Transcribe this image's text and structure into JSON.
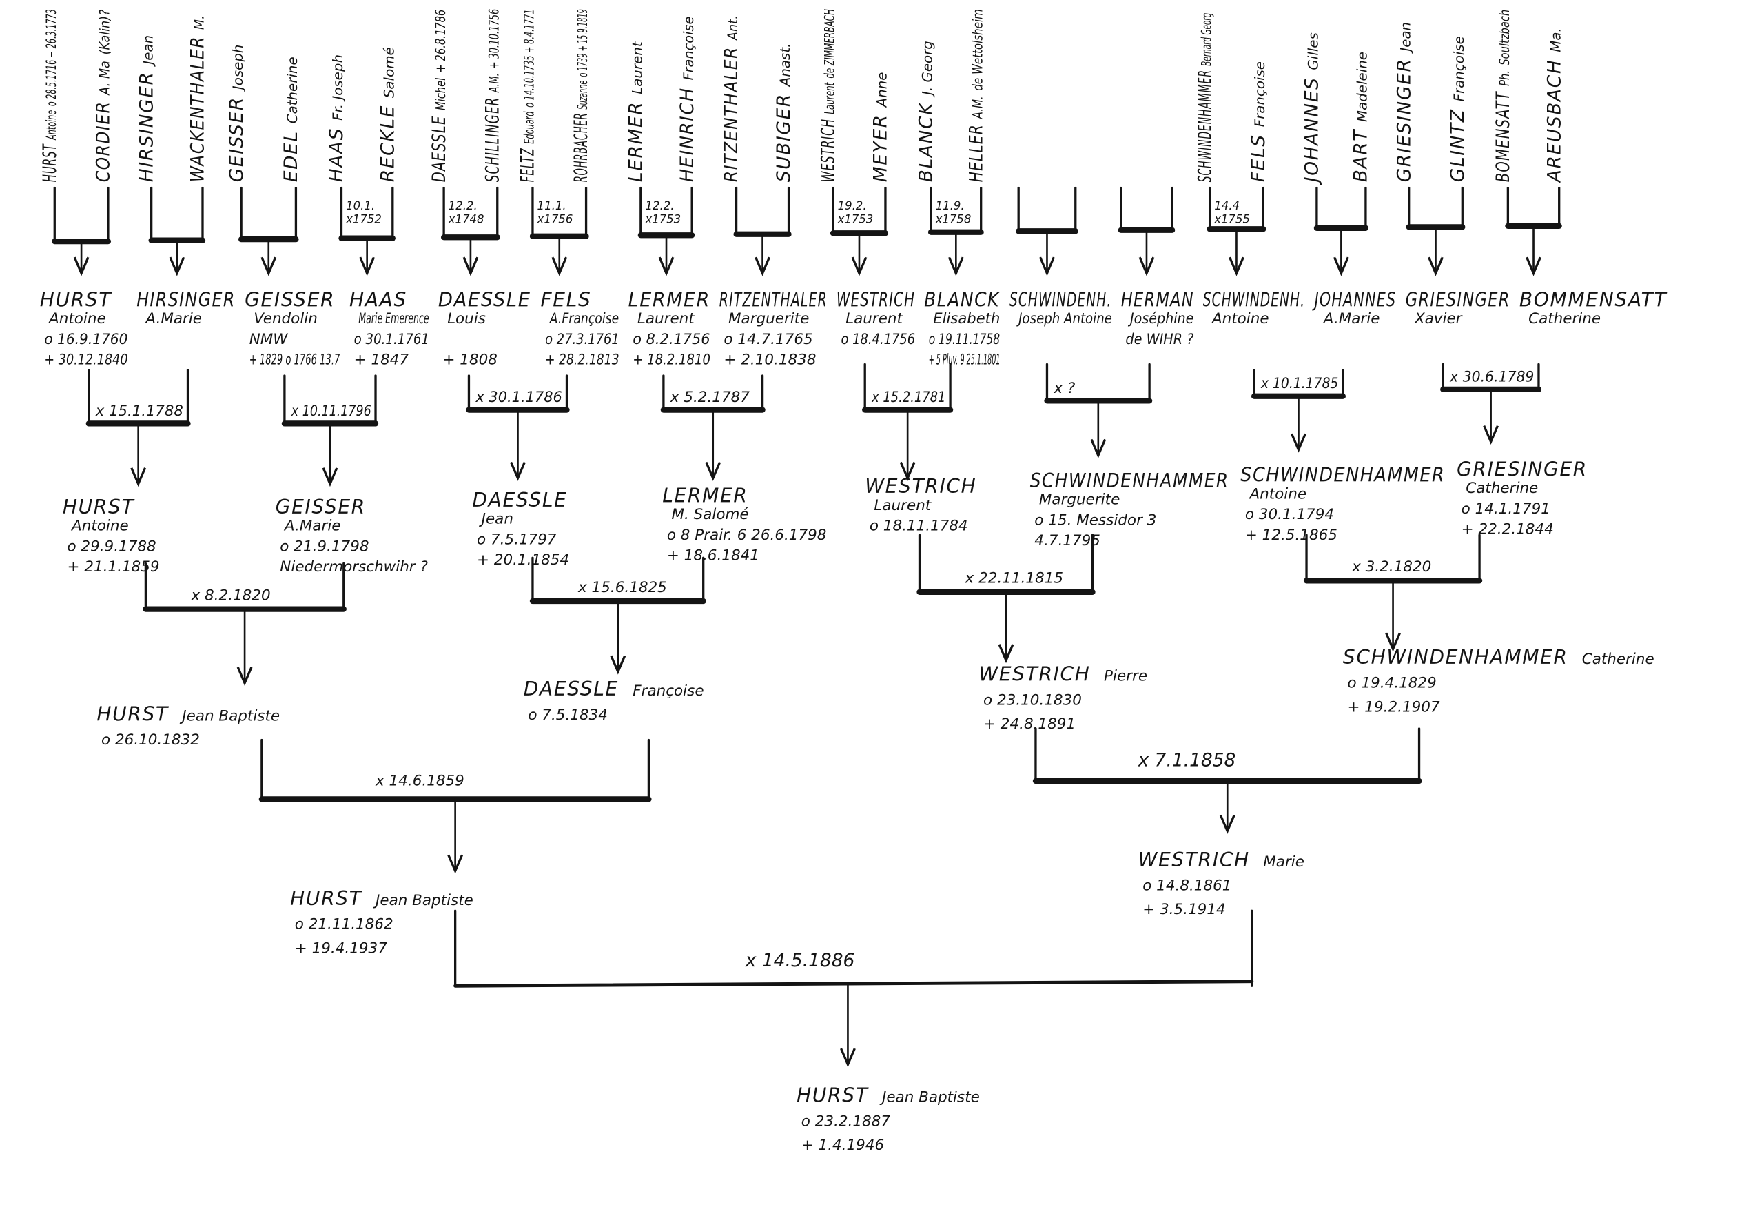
{
  "title": "Hurst family ancestry chart",
  "colors": {
    "ink": "#141414",
    "paper": "#ffffff"
  },
  "generation5": [
    {
      "a": {
        "surname": "HURST",
        "given": "Antoine",
        "note": "o 28.5.1716 + 26.3.1773"
      },
      "b": {
        "surname": "CORDIER",
        "given": "A. Ma",
        "note": "(Kalin)?"
      },
      "marriage": ""
    },
    {
      "a": {
        "surname": "HIRSINGER",
        "given": "Jean",
        "note": ""
      },
      "b": {
        "surname": "WACKENTHALER",
        "given": "M.",
        "note": ""
      },
      "marriage": ""
    },
    {
      "a": {
        "surname": "GEISSER",
        "given": "Joseph",
        "note": ""
      },
      "b": {
        "surname": "EDEL",
        "given": "Catherine",
        "note": ""
      },
      "marriage": ""
    },
    {
      "a": {
        "surname": "HAAS",
        "given": "Fr. Joseph",
        "note": ""
      },
      "b": {
        "surname": "RECKLE",
        "given": "Salomé",
        "note": ""
      },
      "marriage": "10.1. x1752"
    },
    {
      "a": {
        "surname": "DAESSLE",
        "given": "Michel",
        "note": "+ 26.8.1786"
      },
      "b": {
        "surname": "SCHILLINGER",
        "given": "A.M.",
        "note": "+ 30.10.1756"
      },
      "marriage": "12.2. x1748"
    },
    {
      "a": {
        "surname": "FELTZ",
        "given": "Edouard",
        "note": "o 14.10.1735 + 8.4.1771"
      },
      "b": {
        "surname": "ROHRBACHER",
        "given": "Suzanne",
        "note": "o 1739 + 15.9.1819"
      },
      "marriage": "11.1. x1756"
    },
    {
      "a": {
        "surname": "LERMER",
        "given": "Laurent",
        "note": ""
      },
      "b": {
        "surname": "HEINRICH",
        "given": "Françoise",
        "note": ""
      },
      "marriage": "12.2. x1753"
    },
    {
      "a": {
        "surname": "RITZENTHALER",
        "given": "Ant.",
        "note": ""
      },
      "b": {
        "surname": "SUBIGER",
        "given": "Anast.",
        "note": ""
      },
      "marriage": ""
    },
    {
      "a": {
        "surname": "WESTRICH",
        "given": "Laurent",
        "note": "de ZIMMERBACH"
      },
      "b": {
        "surname": "MEYER",
        "given": "Anne",
        "note": ""
      },
      "marriage": "19.2. x1753"
    },
    {
      "a": {
        "surname": "BLANCK",
        "given": "J. Georg",
        "note": ""
      },
      "b": {
        "surname": "HELLER",
        "given": "A.M.",
        "note": "de Wettolsheim"
      },
      "marriage": "11.9. x1758"
    },
    {
      "a": {
        "surname": "",
        "given": "",
        "note": ""
      },
      "b": {
        "surname": "",
        "given": "",
        "note": ""
      },
      "marriage": ""
    },
    {
      "a": {
        "surname": "",
        "given": "",
        "note": ""
      },
      "b": {
        "surname": "",
        "given": "",
        "note": ""
      },
      "marriage": ""
    },
    {
      "a": {
        "surname": "SCHWINDENHAMMER",
        "given": "Bernard Georg",
        "note": ""
      },
      "b": {
        "surname": "FELS",
        "given": "Françoise",
        "note": ""
      },
      "marriage": "14.4 x1755"
    },
    {
      "a": {
        "surname": "JOHANNES",
        "given": "Gilles",
        "note": ""
      },
      "b": {
        "surname": "BART",
        "given": "Madeleine",
        "note": ""
      },
      "marriage": ""
    },
    {
      "a": {
        "surname": "GRIESINGER",
        "given": "Jean",
        "note": ""
      },
      "b": {
        "surname": "GLINTZ",
        "given": "Françoise",
        "note": ""
      },
      "marriage": ""
    },
    {
      "a": {
        "surname": "BOMENSATT",
        "given": "Ph.",
        "note": "Soultzbach"
      },
      "b": {
        "surname": "AREUSBACH",
        "given": "Ma.",
        "note": ""
      },
      "marriage": ""
    }
  ],
  "generation4": [
    {
      "surname": "HURST",
      "given": "Antoine",
      "birth": "o 16.9.1760",
      "death": "+ 30.12.1840"
    },
    {
      "surname": "HIRSINGER",
      "given": "A.Marie",
      "birth": "",
      "death": ""
    },
    {
      "surname": "GEISSER",
      "given": "Vendolin",
      "birth": "NMW",
      "death": "+ 1829  o 1766 13.7"
    },
    {
      "surname": "HAAS",
      "given": "Marie Emerence",
      "birth": "o 30.1.1761",
      "death": "+ 1847"
    },
    {
      "surname": "DAESSLE",
      "given": "Louis",
      "birth": "",
      "death": "+ 1808"
    },
    {
      "surname": "FELS",
      "given": "A.Françoise",
      "birth": "o 27.3.1761",
      "death": "+ 28.2.1813"
    },
    {
      "surname": "LERMER",
      "given": "Laurent",
      "birth": "o 8.2.1756",
      "death": "+ 18.2.1810"
    },
    {
      "surname": "RITZENTHALER",
      "given": "Marguerite",
      "birth": "o 14.7.1765",
      "death": "+ 2.10.1838"
    },
    {
      "surname": "WESTRICH",
      "given": "Laurent",
      "birth": "o 18.4.1756",
      "death": ""
    },
    {
      "surname": "BLANCK",
      "given": "Elisabeth",
      "birth": "o 19.11.1758",
      "death": "+ 5 Pluv. 9  25.1.1801"
    },
    {
      "surname": "SCHWINDENH.",
      "given": "Joseph Antoine",
      "birth": "",
      "death": ""
    },
    {
      "surname": "HERMAN",
      "given": "Joséphine",
      "birth": "de WIHR ?",
      "death": ""
    },
    {
      "surname": "SCHWINDENH.",
      "given": "Antoine",
      "birth": "",
      "death": ""
    },
    {
      "surname": "JOHANNES",
      "given": "A.Marie",
      "birth": "",
      "death": ""
    },
    {
      "surname": "GRIESINGER",
      "given": "Xavier",
      "birth": "",
      "death": ""
    },
    {
      "surname": "BOMMENSATT",
      "given": "Catherine",
      "birth": "",
      "death": ""
    }
  ],
  "generation4_marriages": [
    "x 15.1.1788",
    "x 10.11.1796",
    "x 30.1.1786",
    "x 5.2.1787",
    "x 15.2.1781",
    "x ?",
    "x 10.1.1785",
    "x 30.6.1789"
  ],
  "generation3": [
    {
      "surname": "HURST",
      "given": "Antoine",
      "birth": "o 29.9.1788",
      "death": "+ 21.1.1859"
    },
    {
      "surname": "GEISSER",
      "given": "A.Marie",
      "birth": "o 21.9.1798",
      "death": "Niedermorschwihr ?"
    },
    {
      "surname": "DAESSLE",
      "given": "Jean",
      "birth": "o 7.5.1797",
      "death": "+ 20.1.1854"
    },
    {
      "surname": "LERMER",
      "given": "M. Salomé",
      "birth": "o 8 Prair. 6  26.6.1798",
      "death": "+ 18.6.1841"
    },
    {
      "surname": "WESTRICH",
      "given": "Laurent",
      "birth": "o 18.11.1784",
      "death": ""
    },
    {
      "surname": "SCHWINDENHAMMER",
      "given": "Marguerite",
      "birth": "o 15. Messidor 3",
      "death": "4.7.1795"
    },
    {
      "surname": "SCHWINDENHAMMER",
      "given": "Antoine",
      "birth": "o 30.1.1794",
      "death": "+ 12.5.1865"
    },
    {
      "surname": "GRIESINGER",
      "given": "Catherine",
      "birth": "o 14.1.1791",
      "death": "+ 22.2.1844"
    }
  ],
  "generation3_marriages": [
    "x 8.2.1820",
    "x 15.6.1825",
    "x 22.11.1815",
    "x 3.2.1820"
  ],
  "generation2": [
    {
      "surname": "HURST",
      "given": "Jean Baptiste",
      "birth": "o 26.10.1832",
      "death": ""
    },
    {
      "surname": "DAESSLE",
      "given": "Françoise",
      "birth": "o 7.5.1834",
      "death": ""
    },
    {
      "surname": "WESTRICH",
      "given": "Pierre",
      "birth": "o 23.10.1830",
      "death": "+ 24.8.1891"
    },
    {
      "surname": "SCHWINDENHAMMER",
      "given": "Catherine",
      "birth": "o 19.4.1829",
      "death": "+ 19.2.1907"
    }
  ],
  "generation2_marriages": [
    "x 14.6.1859",
    "x 7.1.1858"
  ],
  "generation1": [
    {
      "surname": "HURST",
      "given": "Jean Baptiste",
      "birth": "o 21.11.1862",
      "death": "+ 19.4.1937"
    },
    {
      "surname": "WESTRICH",
      "given": "Marie",
      "birth": "o 14.8.1861",
      "death": "+ 3.5.1914"
    }
  ],
  "generation1_marriages": [
    "x 14.5.1886"
  ],
  "root": {
    "surname": "HURST",
    "given": "Jean Baptiste",
    "birth": "o 23.2.1887",
    "death": "+ 1.4.1946"
  }
}
